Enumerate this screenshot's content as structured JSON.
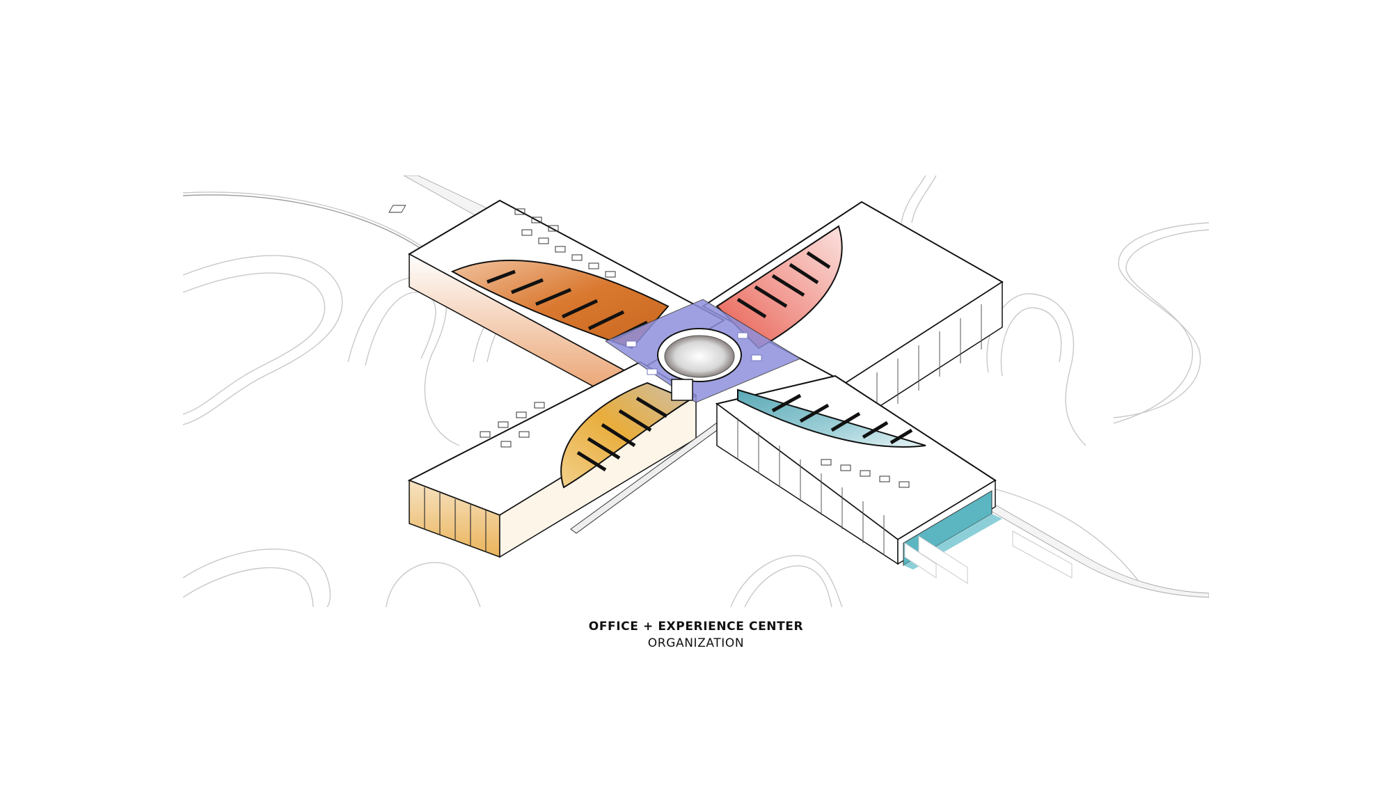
{
  "diagram": {
    "type": "axonometric-building-diagram",
    "description": "Cross-shaped (X-plan) building with four wings radiating from a central atrium, set in a landscape of curving paths",
    "title": "OFFICE + EXPERIENCE CENTER",
    "subtitle": "ORGANIZATION",
    "wings": [
      {
        "id": "northwest",
        "color": "#d9782f",
        "label": "orange zone"
      },
      {
        "id": "northeast",
        "color": "#e8655a",
        "label": "red zone"
      },
      {
        "id": "southwest",
        "color": "#e8ad3c",
        "label": "yellow zone"
      },
      {
        "id": "southeast",
        "color": "#6fb8c4",
        "label": "teal zone"
      }
    ],
    "core": {
      "color": "#8f90dc",
      "label": "central hub",
      "feature": "circular atrium with tree"
    },
    "loading_dock": {
      "color": "#5bb6c2",
      "trucks": 3
    },
    "colors": {
      "line": "#111111",
      "landscape_line": "#c8c8c8",
      "background": "#ffffff",
      "roof": "#ffffff"
    }
  }
}
